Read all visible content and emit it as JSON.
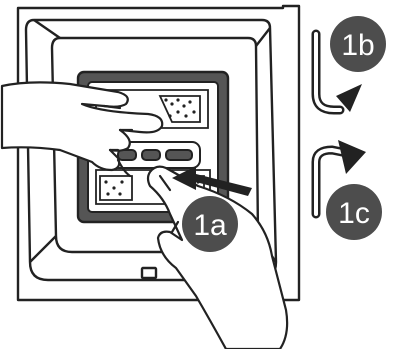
{
  "steps": {
    "step_1a": "1a",
    "step_1b": "1b",
    "step_1c": "1c"
  },
  "colors": {
    "ink": "#222222",
    "badge": "#4d4d4d",
    "drum_shadow": "#555555",
    "paper": "#ffffff"
  },
  "icons": {
    "open_direction": "curved-arrow-up-icon",
    "close_direction": "curved-arrow-down-icon",
    "push": "push-arrow-icon"
  }
}
